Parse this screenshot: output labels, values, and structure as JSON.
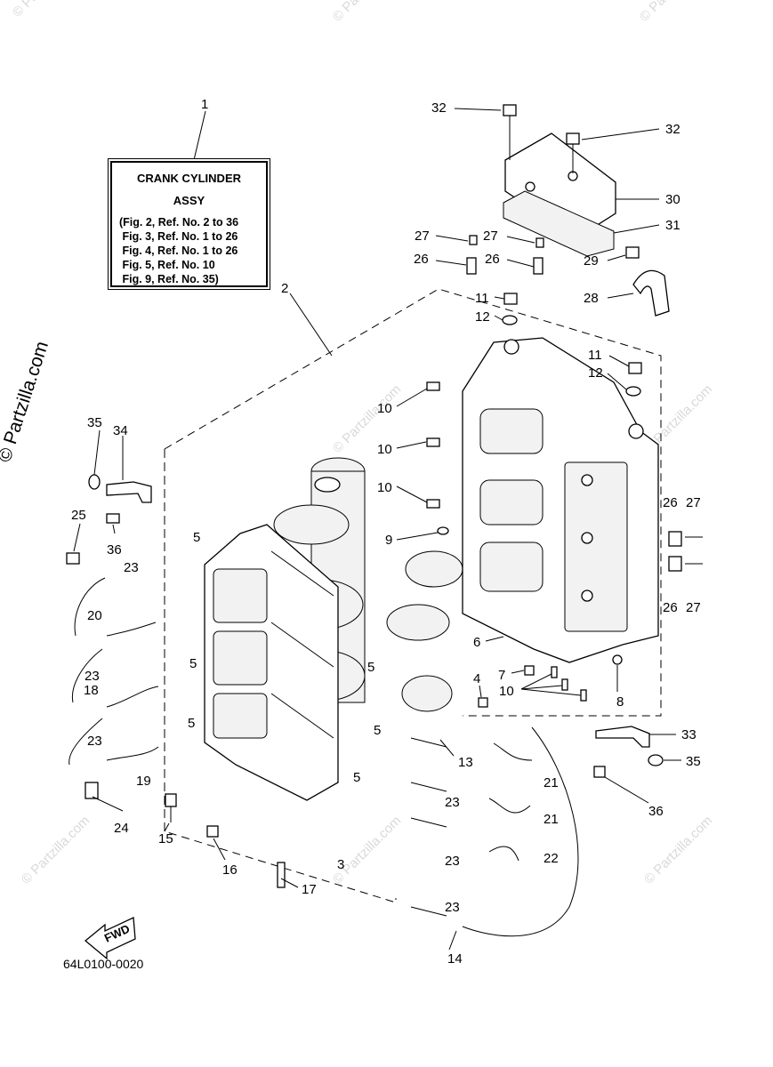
{
  "title_box": {
    "line1": "CRANK CYLINDER",
    "line2": "ASSY",
    "refs": [
      "(Fig. 2, Ref. No. 2 to 36",
      " Fig. 3, Ref. No. 1 to 26",
      " Fig. 4, Ref. No. 1 to 26",
      " Fig. 5, Ref. No. 10",
      " Fig. 9, Ref. No. 35)"
    ]
  },
  "diagram_code": "64L0100-0020",
  "site_mark": "© Partzilla.com",
  "fwd_label": "FWD",
  "callouts": [
    "1",
    "2",
    "3",
    "4",
    "5",
    "5",
    "5",
    "5",
    "5",
    "5",
    "6",
    "7",
    "8",
    "9",
    "10",
    "10",
    "10",
    "10",
    "11",
    "11",
    "12",
    "12",
    "13",
    "14",
    "15",
    "16",
    "17",
    "18",
    "19",
    "20",
    "21",
    "21",
    "22",
    "23",
    "23",
    "23",
    "23",
    "23",
    "23",
    "24",
    "25",
    "26",
    "26",
    "26",
    "26",
    "27",
    "27",
    "27",
    "27",
    "28",
    "29",
    "30",
    "31",
    "32",
    "32",
    "33",
    "34",
    "35",
    "35",
    "36",
    "36"
  ]
}
